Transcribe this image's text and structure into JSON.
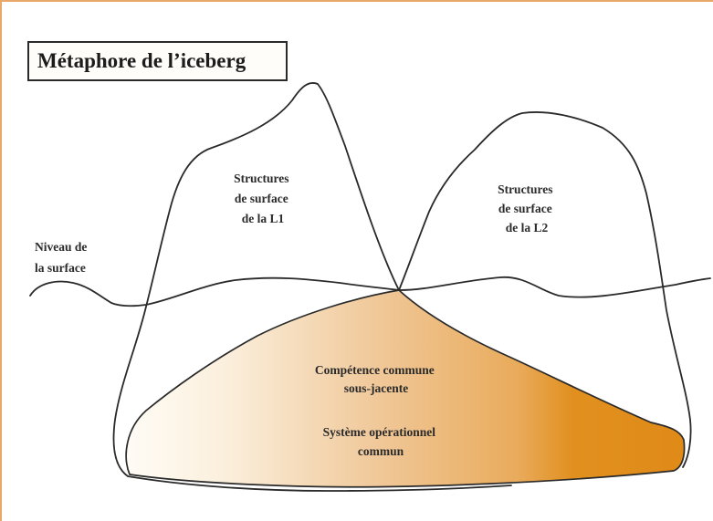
{
  "title": "Métaphore de l’iceberg",
  "labels": {
    "surface_level": [
      "Niveau de",
      "la surface"
    ],
    "l1_structures": [
      "Structures",
      "de surface",
      "de la L1"
    ],
    "l2_structures": [
      "Structures",
      "de surface",
      "de la L2"
    ],
    "common_competence": [
      "Compétence commune",
      "sous-jacente"
    ],
    "operational_system": [
      "Système opérationnel",
      "commun"
    ]
  },
  "colors": {
    "frame": "#e9a869",
    "gradient_light": "#fdf6ea",
    "gradient_mid": "#eec18d",
    "gradient_dark": "#e08a1c",
    "outline": "#2a2a2a"
  }
}
